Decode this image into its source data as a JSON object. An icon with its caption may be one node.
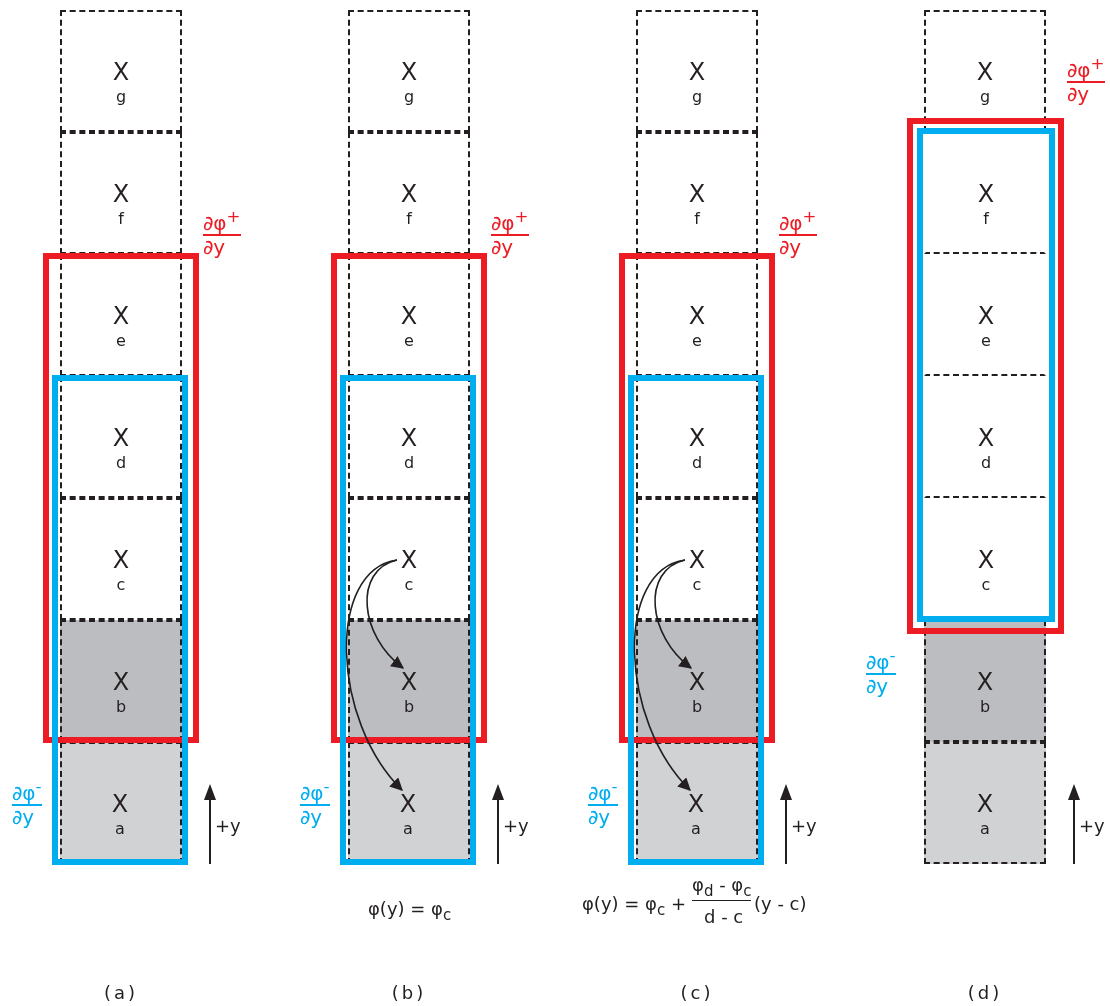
{
  "diagram": {
    "nodes": [
      {
        "text": [],
        "shape": "box",
        "beside": [
          "∂φ$^{+}$",
          "∂y"
        ]
      },
      {
        "text": [],
        "shape": "box",
        "beside": [
          "∂φ$^{-}$",
          "∂y"
        ]
      },
      {
        "text": [
          "X",
          "g"
        ]
      },
      {
        "text": [
          "X",
          "f"
        ]
      },
      {
        "text": [
          "X",
          "e"
        ],
        "in": 0
      },
      {
        "text": [
          "X",
          "d"
        ]
      },
      {
        "text": [
          "X",
          "c"
        ]
      },
      {
        "text": [
          "X",
          "b"
        ]
      },
      {
        "text": [
          "X",
          "a"
        ],
        "in": 1
      },
      {
        "text": [],
        "shape": "box",
        "beside": [
          "∂φ$^{+}$",
          "∂y"
        ]
      },
      {
        "text": [],
        "shape": "box",
        "beside": [
          "∂φ$^{-}$",
          "∂y"
        ]
      },
      {
        "text": [
          "X",
          "g"
        ]
      },
      {
        "text": [
          "X",
          "f"
        ]
      },
      {
        "text": [
          "X",
          "e"
        ],
        "in": 9
      },
      {
        "text": [
          "X",
          "d"
        ]
      },
      {
        "text": [
          "X",
          "c"
        ]
      },
      {
        "text": [
          "X",
          "b"
        ]
      },
      {
        "text": [
          "X",
          "a"
        ],
        "in": 10
      },
      {
        "text": [],
        "shape": "box",
        "beside": [
          "∂φ$^{+}$",
          "∂y"
        ]
      },
      {
        "text": [],
        "shape": "box",
        "beside": [
          "∂φ$^{-}$",
          "∂y"
        ]
      },
      {
        "text": [
          "X",
          "g"
        ]
      },
      {
        "text": [
          "X",
          "f"
        ]
      },
      {
        "text": [
          "X",
          "e"
        ],
        "in": 18
      },
      {
        "text": [
          "X",
          "d"
        ]
      },
      {
        "text": [
          "X",
          "c"
        ]
      },
      {
        "text": [
          "X",
          "b"
        ]
      },
      {
        "text": [
          "X",
          "a"
        ],
        "in": 19
      },
      {
        "text": [],
        "shape": "box",
        "beside": [
          "∂φ$^{+}$",
          "∂y"
        ]
      },
      {
        "text": [],
        "shape": "box",
        "beside": [
          "∂φ$^{-}$",
          "∂y"
        ],
        "in": 27
      },
      {
        "text": [
          "X",
          "g"
        ]
      },
      {
        "text": [
          "X",
          "f"
        ],
        "in": 28
      },
      {
        "text": [
          "X",
          "e"
        ],
        "in": 28
      },
      {
        "text": [
          "X",
          "d"
        ],
        "in": 28
      },
      {
        "text": [
          "X",
          "c"
        ],
        "in": 28
      },
      {
        "text": [
          "X",
          "b"
        ]
      },
      {
        "text": [
          "X",
          "a"
        ]
      }
    ],
    "edges": [
      {
        "from": 15,
        "to": 16,
        "arrow": "to"
      },
      {
        "from": 15,
        "to": 17,
        "arrow": "to"
      },
      {
        "from": 24,
        "to": 25,
        "arrow": "to"
      },
      {
        "from": 24,
        "to": 26,
        "arrow": "to"
      }
    ],
    "labels": [
      "+y",
      "+y",
      "+y",
      "+y",
      "φ(y) = φ$_{c}$",
      "φ(y) = φ$_{c}$ +",
      "φ$_{d}$ - φ$_{c}$",
      "d - c",
      "(y - c)",
      "(a)",
      "(b)",
      "(c)",
      "(d)"
    ]
  }
}
